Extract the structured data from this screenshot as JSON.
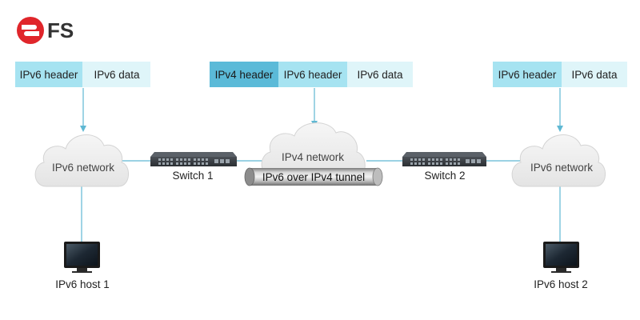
{
  "brand": {
    "name": "FS",
    "color": "#e0262b"
  },
  "colors": {
    "header": "#a6e3f1",
    "ipv4_header": "#5bbad8",
    "data": "#dff5f9",
    "line": "#5fb8d3",
    "cloud_text": "#444444",
    "label": "#222222",
    "tunnel_text": "#111111"
  },
  "packets": {
    "left": {
      "header": "IPv6 header",
      "data": "IPv6 data"
    },
    "middle": {
      "outer_header": "IPv4 header",
      "header": "IPv6 header",
      "data": "IPv6 data"
    },
    "right": {
      "header": "IPv6 header",
      "data": "IPv6 data"
    }
  },
  "clouds": {
    "left": {
      "label": "IPv6 network"
    },
    "middle": {
      "label": "IPv4 network"
    },
    "right": {
      "label": "IPv6 network"
    }
  },
  "switches": {
    "left": {
      "label": "Switch 1"
    },
    "right": {
      "label": "Switch 2"
    }
  },
  "tunnel": {
    "label": "IPv6 over IPv4 tunnel"
  },
  "hosts": {
    "left": {
      "label": "IPv6 host 1"
    },
    "right": {
      "label": "IPv6 host 2"
    }
  }
}
